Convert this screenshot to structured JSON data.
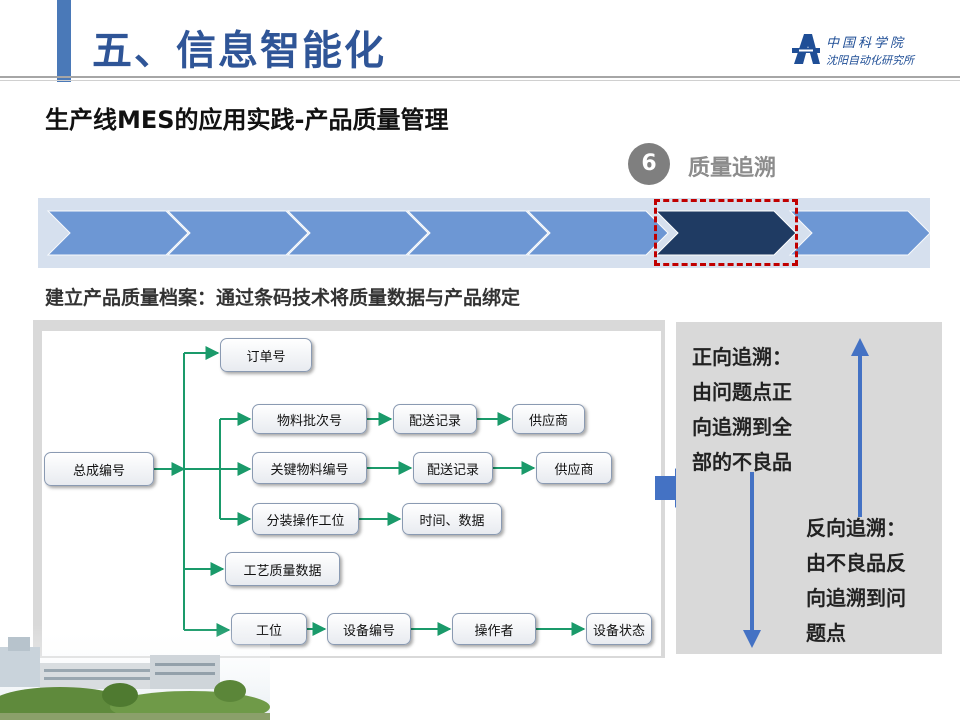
{
  "header": {
    "title": "五、信息智能化",
    "logo_line1": "中国科学院",
    "logo_line2": "沈阳自动化研究所"
  },
  "subtitle": "生产线MES的应用实践-产品质量管理",
  "step": {
    "number": "6",
    "label": "质量追溯",
    "active_index": 5,
    "total": 6
  },
  "caption": "建立产品质量档案：通过条码技术将质量数据与产品绑定",
  "tree": {
    "root": "总成编号",
    "branches": [
      {
        "nodes": [
          "订单号"
        ]
      },
      {
        "nodes": [
          "物料批次号",
          "配送记录",
          "供应商"
        ]
      },
      {
        "nodes": [
          "关键物料编号",
          "配送记录",
          "供应商"
        ]
      },
      {
        "nodes": [
          "分装操作工位",
          "时间、数据"
        ]
      },
      {
        "nodes": [
          "工艺质量数据"
        ]
      },
      {
        "nodes": [
          "工位",
          "设备编号",
          "操作者",
          "设备状态"
        ]
      }
    ]
  },
  "right": {
    "forward_lines": [
      "正向追溯：",
      "由问题点正",
      "向追溯到全",
      "部的不良品"
    ],
    "backward_lines": [
      "反向追溯：",
      "由不良品反",
      "向追溯到问",
      "题点"
    ]
  },
  "colors": {
    "title": "#2f5597",
    "accent_bar": "#4a79b8",
    "chevron": "#5b8bd0",
    "chevron_active": "#1f3b63",
    "highlight": "#c00000",
    "connector": "#1a9a6a",
    "arrow_blue": "#4472c4",
    "badge": "#7f7f7f"
  }
}
